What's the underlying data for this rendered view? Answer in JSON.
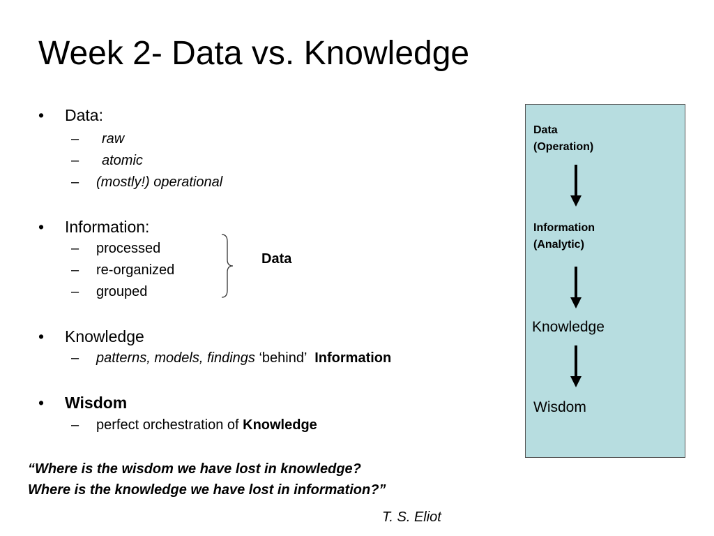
{
  "title": "Week 2- Data vs. Knowledge",
  "bullets": {
    "data": {
      "label": "Data:",
      "items": [
        "raw",
        "atomic",
        "(mostly!) operational"
      ]
    },
    "information": {
      "label": "Information:",
      "items": [
        "processed",
        "re-organized",
        "grouped"
      ],
      "brace_label": "Data"
    },
    "knowledge": {
      "label": "Knowledge",
      "sub_italic": "patterns, models, findings",
      "sub_plain": "‘behind’",
      "sub_bold": "Information"
    },
    "wisdom": {
      "label": "Wisdom",
      "sub_plain": "perfect orchestration of",
      "sub_bold": "Knowledge"
    }
  },
  "bullet_glyph": "•",
  "dash_glyph": "–",
  "panel": {
    "background": "#b7dde0",
    "steps": [
      {
        "line1": "Data",
        "line2": "(Operation)"
      },
      {
        "line1": "Information",
        "line2": "(Analytic)"
      },
      {
        "line1": "Knowledge"
      },
      {
        "line1": "Wisdom"
      }
    ],
    "arrow_icon": "down-arrow-icon"
  },
  "quote": {
    "line1": "“Where is the wisdom we have lost in knowledge?",
    "line2": "Where is the knowledge we have lost in information?”",
    "author": "T. S. Eliot"
  }
}
